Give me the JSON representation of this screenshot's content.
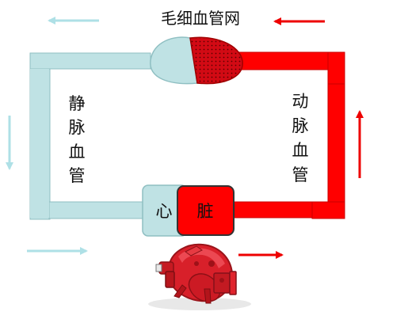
{
  "labels": {
    "capillary": "毛细血管网",
    "vein": [
      "静",
      "脉",
      "血",
      "管"
    ],
    "artery": [
      "动",
      "脉",
      "血",
      "管"
    ],
    "heart_left": "心",
    "heart_right": "脏"
  },
  "colors": {
    "vein": "#BFE2E4",
    "vein_stroke": "#8FBFC2",
    "artery": "#FF0000",
    "artery_stroke": "#C80000",
    "pump": "#D8202A",
    "arrow_light": "#AEE0E6",
    "arrow_red": "#EE0000"
  },
  "icons": {
    "pump": "centrifugal-pump-icon"
  }
}
